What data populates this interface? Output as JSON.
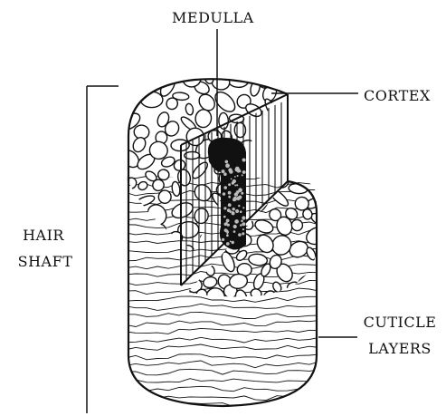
{
  "labels": {
    "medulla": "MEDULLA",
    "cortex": "CORTEX",
    "hair_shaft": [
      "HAIR",
      "SHAFT"
    ],
    "cuticle_layers": [
      "CUTICLE",
      "LAYERS"
    ]
  },
  "colors": {
    "ink": "#111111",
    "background": "#ffffff",
    "medulla_fill": "#111111",
    "medulla_speckle": "#bbbbbb"
  }
}
